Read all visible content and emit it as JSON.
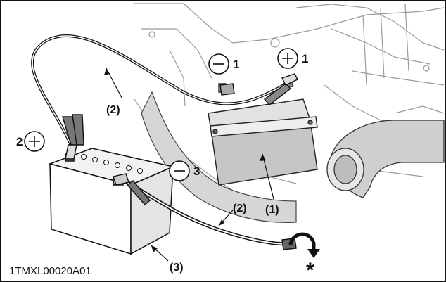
{
  "figure_code": "1TMXL00020A01",
  "callouts": {
    "cable_upper": "(2)",
    "cable_lower": "(2)",
    "vehicle_battery": "(1)",
    "booster_battery": "(3)",
    "pos_booster_num": "2",
    "neg_booster_num": "3",
    "neg_vehicle_num": "1",
    "pos_vehicle_num": "1"
  },
  "symbols": {
    "ground_mark": "*"
  },
  "icons": [
    "plus-circle-icon",
    "minus-circle-icon",
    "ground-arrow-icon",
    "asterisk-icon"
  ]
}
